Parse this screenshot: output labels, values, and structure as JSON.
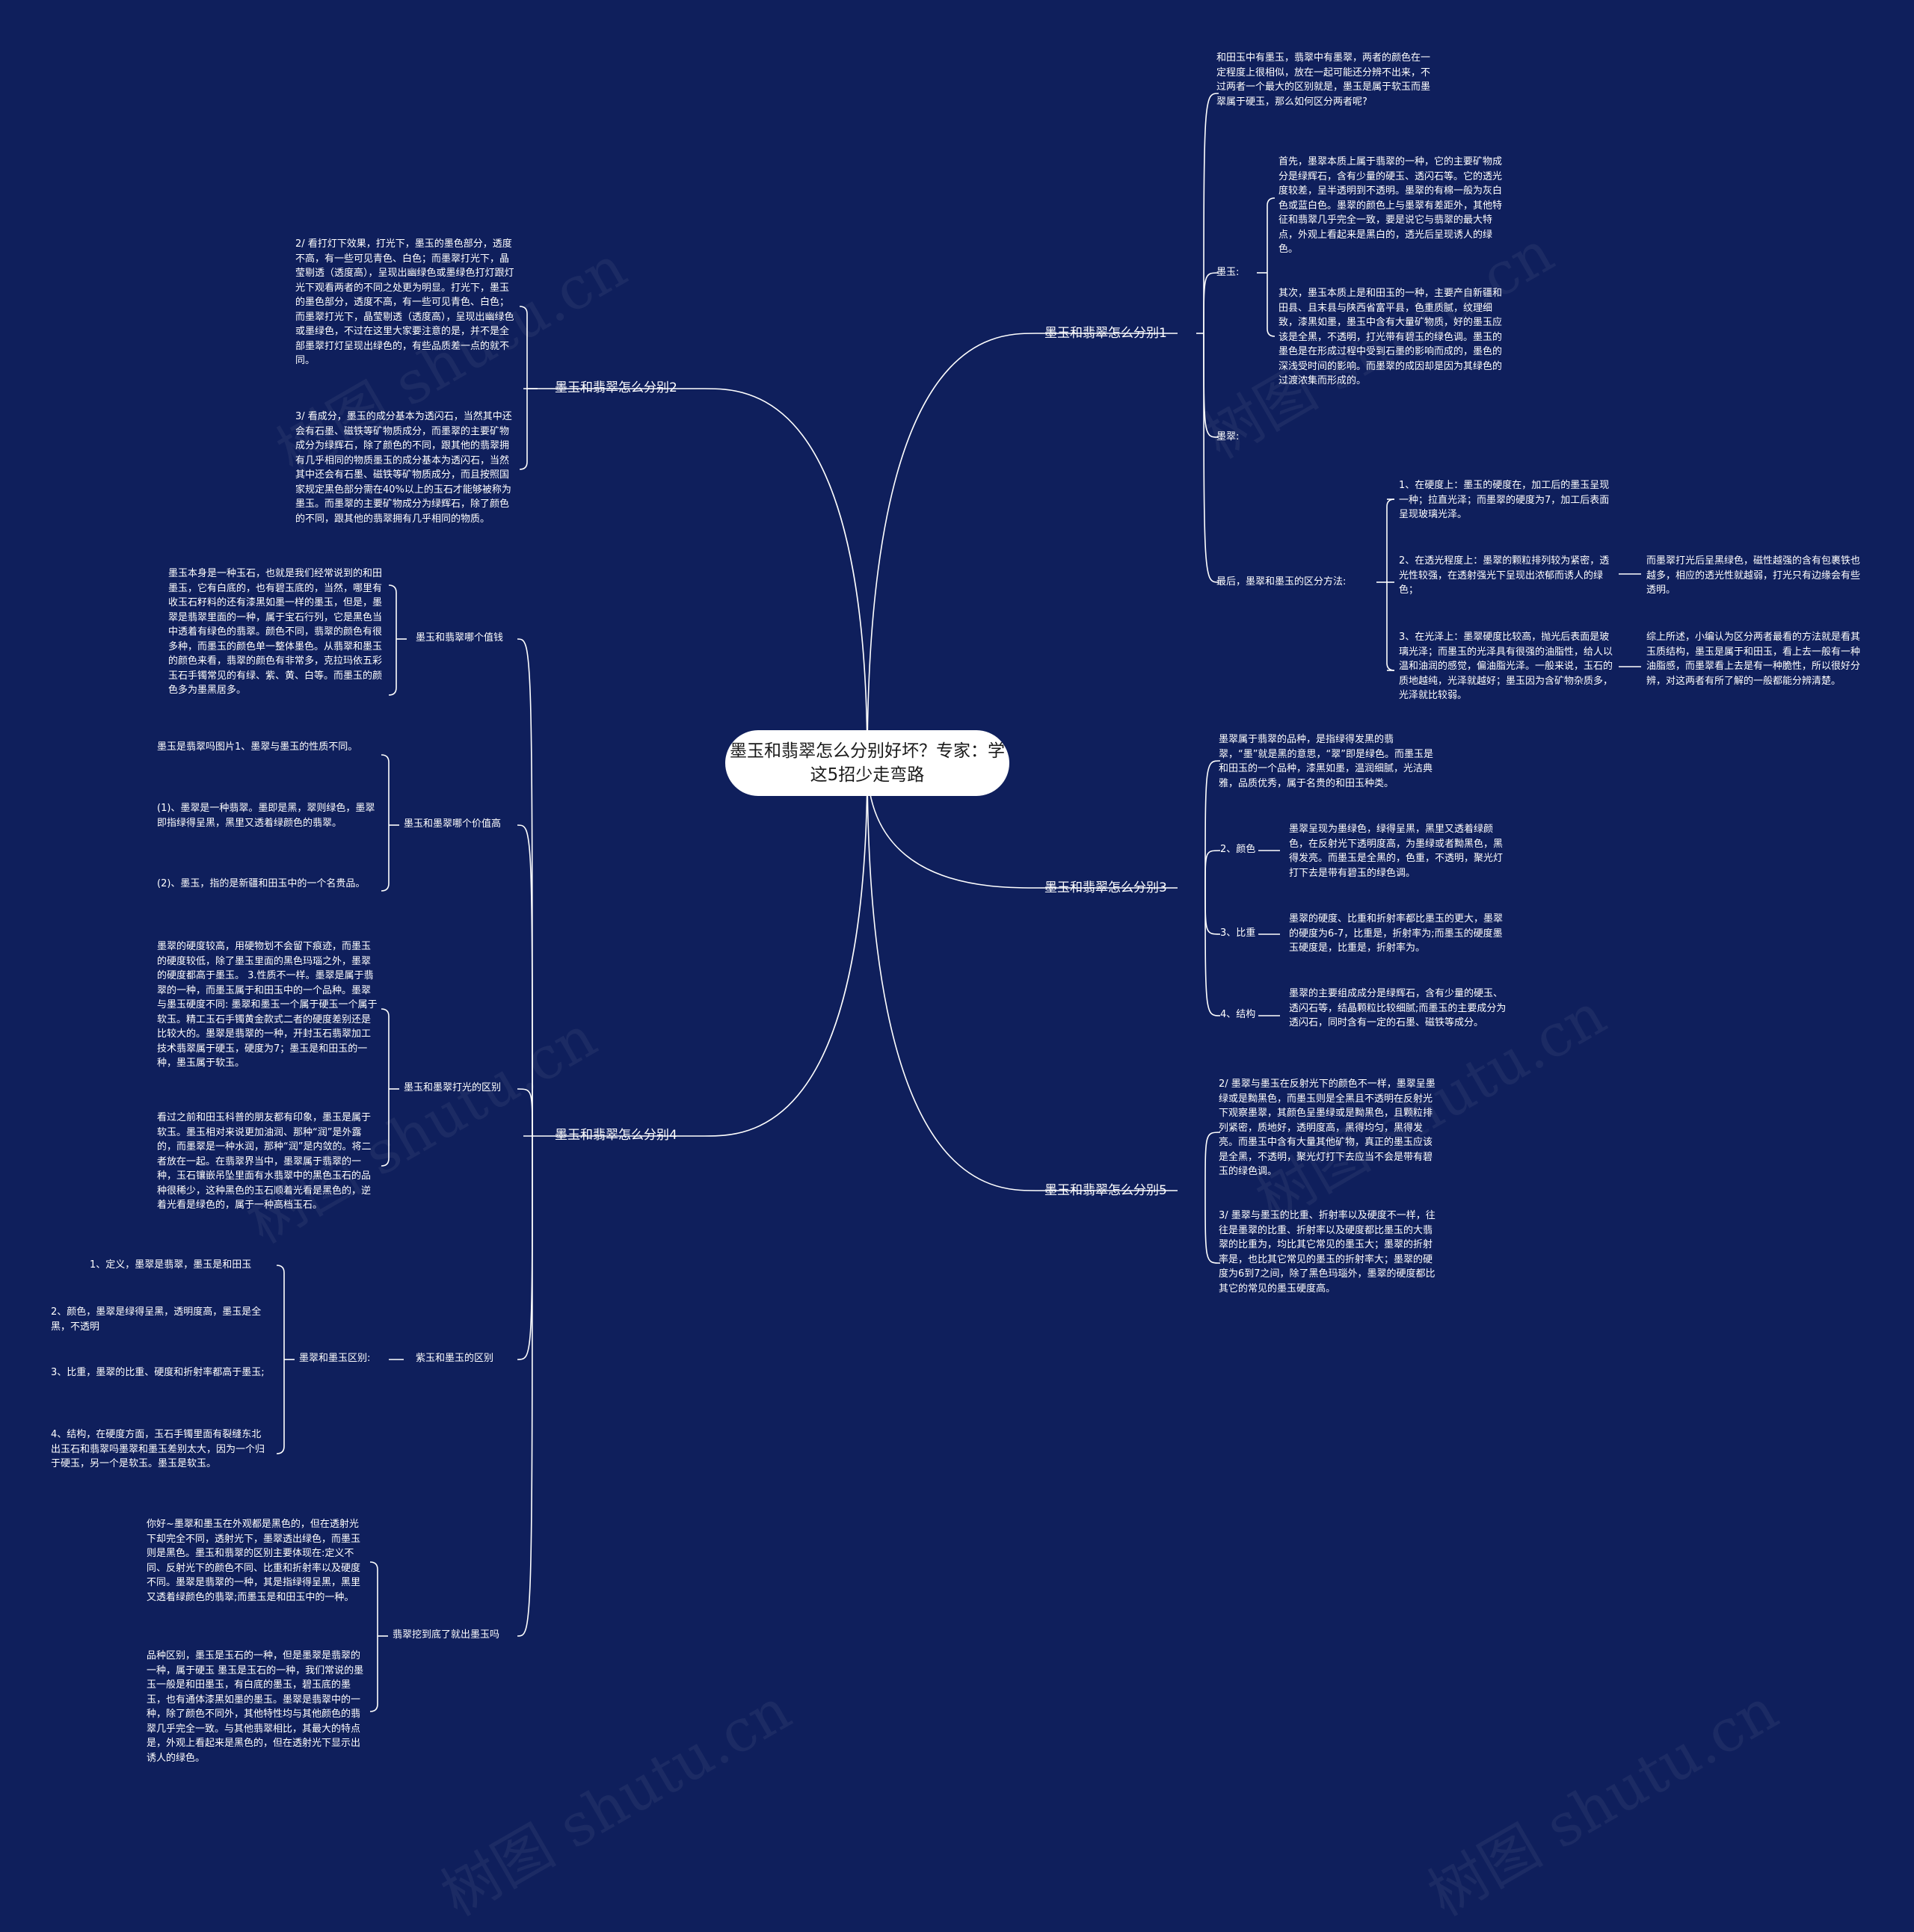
{
  "root": {
    "title": "墨玉和翡翠怎么分别好坏？专家：学这5招少走弯路"
  },
  "watermark": "树图 shutu.cn",
  "branches": [
    {
      "label": "墨玉和翡翠怎么分别1",
      "children": [
        {
          "text": "和田玉中有墨玉，翡翠中有墨翠，两者的颜色在一定程度上很相似，放在一起可能还分辨不出来，不过两者一个最大的区别就是，墨玉是属于软玉而墨翠属于硬玉，那么如何区分两者呢?"
        },
        {
          "label": "墨玉:",
          "children": [
            {
              "text": "首先，墨翠本质上属于翡翠的一种，它的主要矿物成分是绿辉石，含有少量的硬玉、透闪石等。它的透光度较差，呈半透明到不透明。墨翠的有棉一般为灰白色或蓝白色。墨翠的颜色上与墨翠有差距外，其他特征和翡翠几乎完全一致，要是说它与翡翠的最大特点，外观上看起来是黑白的，透光后呈现诱人的绿色。"
            },
            {
              "text": "其次，墨玉本质上是和田玉的一种，主要产自新疆和田县、且末县与陕西省富平县，色重质腻，纹理细致，漆黑如墨，墨玉中含有大量矿物质，好的墨玉应该是全黑，不透明，打光带有碧玉的绿色调。墨玉的墨色是在形成过程中受到石墨的影响而成的，墨色的深浅受时间的影响。而墨翠的成因却是因为其绿色的过渡浓集而形成的。"
            }
          ]
        },
        {
          "label": "墨翠:"
        },
        {
          "label": "最后，墨翠和墨玉的区分方法:",
          "children": [
            {
              "text": "1、在硬度上：墨玉的硬度在，加工后的墨玉呈现一种；拉直光泽；而墨翠的硬度为7，加工后表面呈现玻璃光泽。"
            },
            {
              "text": "2、在透光程度上：墨翠的颗粒排列较为紧密，透光性较强，在透射强光下呈现出浓郁而诱人的绿色；",
              "note": "而墨翠打光后呈黑绿色，磁性越强的含有包裹铁也越多，相应的透光性就越弱，打光只有边缘会有些透明。"
            },
            {
              "text": "3、在光泽上：墨翠硬度比较高，抛光后表面是玻璃光泽；而墨玉的光泽具有很强的油脂性，给人以温和油润的感觉，偏油脂光泽。一般来说，玉石的质地越纯，光泽就越好；墨玉因为含矿物杂质多，光泽就比较弱。",
              "note": "综上所述，小编认为区分两者最看的方法就是看其玉质结构，墨玉是属于和田玉，看上去一般有一种油脂感，而墨翠看上去是有一种脆性，所以很好分辨，对这两者有所了解的一般都能分辨清楚。"
            }
          ]
        }
      ]
    },
    {
      "label": "墨玉和翡翠怎么分别2",
      "children": [
        {
          "text": "2/ 看打灯下效果，打光下，墨玉的墨色部分，透度不高，有一些可见青色、白色；而墨翠打光下，晶莹剔透（透度高），呈现出幽绿色或墨绿色打灯跟灯光下观看两者的不同之处更为明显。打光下，墨玉的墨色部分，透度不高，有一些可见青色、白色；而墨翠打光下，晶莹剔透（透度高），呈现出幽绿色或墨绿色，不过在这里大家要注意的是，并不是全部墨翠打灯呈现出绿色的，有些品质差一点的就不同。"
        },
        {
          "text": "3/ 看成分，墨玉的成分基本为透闪石，当然其中还会有石墨、磁铁等矿物质成分，而墨翠的主要矿物成分为绿辉石，除了颜色的不同，跟其他的翡翠拥有几乎相同的物质墨玉的成分基本为透闪石，当然其中还会有石墨、磁铁等矿物质成分，而且按照国家规定黑色部分需在40%以上的玉石才能够被称为墨玉。而墨翠的主要矿物成分为绿辉石，除了颜色的不同，跟其他的翡翠拥有几乎相同的物质。"
        }
      ]
    },
    {
      "label": "墨玉和翡翠怎么分别3",
      "children": [
        {
          "text": "墨翠属于翡翠的品种，是指绿得发黑的翡翠，“墨”就是黑的意思，“翠”即是绿色。而墨玉是和田玉的一个品种，漆黑如墨，温润细腻，光洁典雅，品质优秀，属于名贵的和田玉种类。"
        },
        {
          "label": "2、颜色",
          "text": "墨翠呈现为墨绿色，绿得呈黑，黑里又透着绿颜色，在反射光下透明度高，为墨绿或者黝黑色，黑得发亮。而墨玉是全黑的，色重，不透明，聚光灯打下去是带有碧玉的绿色调。"
        },
        {
          "label": "3、比重",
          "text": "墨翠的硬度、比重和折射率都比墨玉的更大，墨翠的硬度为6-7，比重是，折射率为;而墨玉的硬度墨玉硬度是，比重是，折射率为。"
        },
        {
          "label": "4、结构",
          "text": "墨翠的主要组成成分是绿辉石，含有少量的硬玉、透闪石等，结晶颗粒比较细腻;而墨玉的主要成分为透闪石，同时含有一定的石墨、磁铁等成分。"
        }
      ]
    },
    {
      "label": "墨玉和翡翠怎么分别4",
      "children": [
        {
          "label": "墨玉和翡翠哪个值钱",
          "text": "墨玉本身是一种玉石，也就是我们经常说到的和田墨玉，它有白底的，也有碧玉底的，当然，哪里有收玉石籽料的还有漆黑如墨一样的墨玉，但是，墨翠是翡翠里面的一种，属于宝石行列，它是黑色当中透着有绿色的翡翠。颜色不同，翡翠的颜色有很多种，而墨玉的颜色单一整体墨色。从翡翠和墨玉的颜色来看，翡翠的颜色有非常多，克拉玛依五彩玉石手镯常见的有绿、紫、黄、白等。而墨玉的颜色多为墨黑居多。"
        },
        {
          "label": "墨玉和墨翠哪个价值高",
          "children": [
            {
              "text": "墨玉是翡翠吗图片1、墨翠与墨玉的性质不同。"
            },
            {
              "text": "(1)、墨翠是一种翡翠。墨即是黑，翠则绿色，墨翠即指绿得呈黑，黑里又透着绿颜色的翡翠。"
            },
            {
              "text": "(2)、墨玉，指的是新疆和田玉中的一个名贵品。"
            }
          ]
        },
        {
          "label": "墨玉和墨翠打光的区别",
          "children": [
            {
              "text": "墨翠的硬度较高，用硬物划不会留下痕迹，而墨玉的硬度较低，除了墨玉里面的黑色玛瑙之外，墨翠的硬度都高于墨玉。 3.性质不一样。墨翠是属于翡翠的一种，而墨玉属于和田玉中的一个品种。墨翠与墨玉硬度不同: 墨翠和墨玉一个属于硬玉一个属于软玉。精工玉石手镯黄金款式二者的硬度差别还是比较大的。墨翠是翡翠的一种，开封玉石翡翠加工技术翡翠属于硬玉，硬度为7；墨玉是和田玉的一种，墨玉属于软玉。"
            },
            {
              "text": "看过之前和田玉科普的朋友都有印象，墨玉是属于软玉。墨玉相对来说更加油润、那种“润”是外露的，而墨翠是一种水润，那种“润”是内敛的。将二者放在一起。在翡翠界当中，墨翠属于翡翠的一种，玉石镶嵌吊坠里面有水翡翠中的黑色玉石的品种很稀少，这种黑色的玉石顺着光看是黑色的，逆着光看是绿色的，属于一种高档玉石。"
            }
          ]
        },
        {
          "label": "紫玉和墨玉的区别",
          "children": [
            {
              "label": "墨翠和墨玉区别:",
              "children": [
                {
                  "text": "1、定义，墨翠是翡翠，墨玉是和田玉"
                },
                {
                  "text": "2、颜色，墨翠是绿得呈黑，透明度高，墨玉是全黑，不透明"
                },
                {
                  "text": "3、比重，墨翠的比重、硬度和折射率都高于墨玉;"
                },
                {
                  "text": "4、结构，在硬度方面，玉石手镯里面有裂缝东北出玉石和翡翠吗墨翠和墨玉差别太大，因为一个归于硬玉，另一个是软玉。墨玉是软玉。"
                }
              ]
            }
          ]
        },
        {
          "label": "翡翠挖到底了就出墨玉吗",
          "children": [
            {
              "text": "你好~墨翠和墨玉在外观都是黑色的，但在透射光下却完全不同，透射光下，墨翠透出绿色，而墨玉则是黑色。墨玉和翡翠的区别主要体现在:定义不同、反射光下的颜色不同、比重和折射率以及硬度不同。墨翠是翡翠的一种，其是指绿得呈黑，黑里又透着绿颜色的翡翠;而墨玉是和田玉中的一种。"
            },
            {
              "text": "品种区别，墨玉是玉石的一种，但是墨翠是翡翠的一种，属于硬玉 墨玉是玉石的一种，我们常说的墨玉一般是和田墨玉，有白底的墨玉，碧玉底的墨玉，也有通体漆黑如墨的墨玉。墨翠是翡翠中的一种，除了颜色不同外，其他特性均与其他颜色的翡翠几乎完全一致。与其他翡翠相比，其最大的特点是，外观上看起来是黑色的，但在透射光下显示出诱人的绿色。"
            }
          ]
        }
      ]
    },
    {
      "label": "墨玉和翡翠怎么分别5",
      "children": [
        {
          "text": "2/ 墨翠与墨玉在反射光下的颜色不一样，墨翠呈墨绿或是黝黑色，而墨玉则是全黑且不透明在反射光下观察墨翠，其颜色呈墨绿或是黝黑色，且颗粒排列紧密，质地好，透明度高，黑得均匀，黑得发亮。而墨玉中含有大量其他矿物，真正的墨玉应该是全黑，不透明，聚光灯打下去应当不会是带有碧玉的绿色调。"
        },
        {
          "text": "3/ 墨翠与墨玉的比重、折射率以及硬度不一样，往往是墨翠的比重、折射率以及硬度都比墨玉的大翡翠的比重为，均比其它常见的墨玉大；墨翠的折射率是，也比其它常见的墨玉的折射率大；墨翠的硬度为6到7之间，除了黑色玛瑙外，墨翠的硬度都比其它的常见的墨玉硬度高。"
        }
      ]
    }
  ]
}
